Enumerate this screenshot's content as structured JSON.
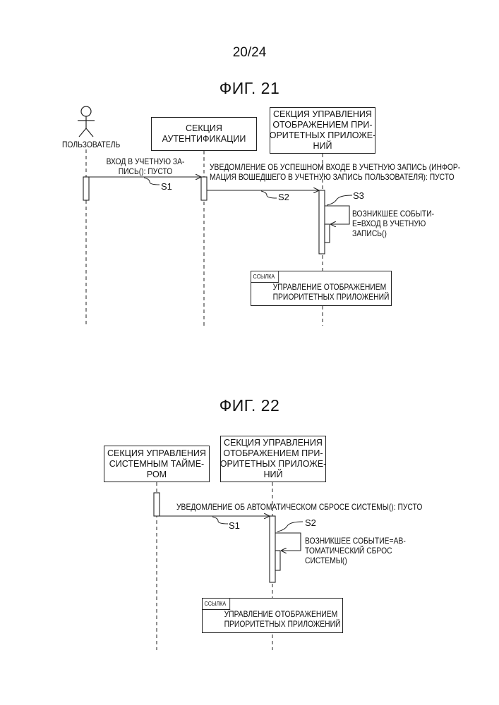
{
  "page_number": "20/24",
  "fig21": {
    "title": "ФИГ. 21",
    "actor_label": "ПОЛЬЗОВАТЕЛЬ",
    "auth_box": "СЕКЦИЯ\nАУТЕНТИФИКАЦИИ",
    "display_box": "СЕКЦИЯ УПРАВЛЕНИЯ\nОТОБРАЖЕНИЕМ ПРИ-\nОРИТЕТНЫХ ПРИЛОЖЕ-\nНИЙ",
    "msg1": "ВХОД В УЧЕТНУЮ ЗА-\nПИСЬ(): ПУСТО",
    "msg2": "УВЕДОМЛЕНИЕ ОБ УСПЕШНОМ ВХОДЕ В УЧЕТНУЮ ЗАПИСЬ (ИНФОР-\nМАЦИЯ ВОШЕДШЕГО В УЧЕТНУЮ ЗАПИСЬ ПОЛЬЗОВАТЕЛЯ): ПУСТО",
    "self_msg": "ВОЗНИКШЕЕ СОБЫТИ-\nЕ=ВХОД В УЧЕТНУЮ\nЗАПИСЬ()",
    "step1": "S1",
    "step2": "S2",
    "step3": "S3",
    "ref_tag": "ССЫЛКА",
    "ref_text": "УПРАВЛЕНИЕ ОТОБРАЖЕНИЕМ\nПРИОРИТЕТНЫХ ПРИЛОЖЕНИЙ"
  },
  "fig22": {
    "title": "ФИГ. 22",
    "timer_box": "СЕКЦИЯ УПРАВЛЕНИЯ\nСИСТЕМНЫМ ТАЙМЕ-\nРОМ",
    "display_box": "СЕКЦИЯ УПРАВЛЕНИЯ\nОТОБРАЖЕНИЕМ ПРИ-\nОРИТЕТНЫХ ПРИЛОЖЕ-\nНИЙ",
    "msg1": "УВЕДОМЛЕНИЕ ОБ АВТОМАТИЧЕСКОМ СБРОСЕ СИСТЕМЫ(): ПУСТО",
    "self_msg": "ВОЗНИКШЕЕ СОБЫТИЕ=АВ-\nТОМАТИЧЕСКИЙ СБРОС\nСИСТЕМЫ()",
    "step1": "S1",
    "step2": "S2",
    "ref_tag": "ССЫЛКА",
    "ref_text": "УПРАВЛЕНИЕ ОТОБРАЖЕНИЕМ\nПРИОРИТЕТНЫХ ПРИЛОЖЕНИЙ"
  }
}
